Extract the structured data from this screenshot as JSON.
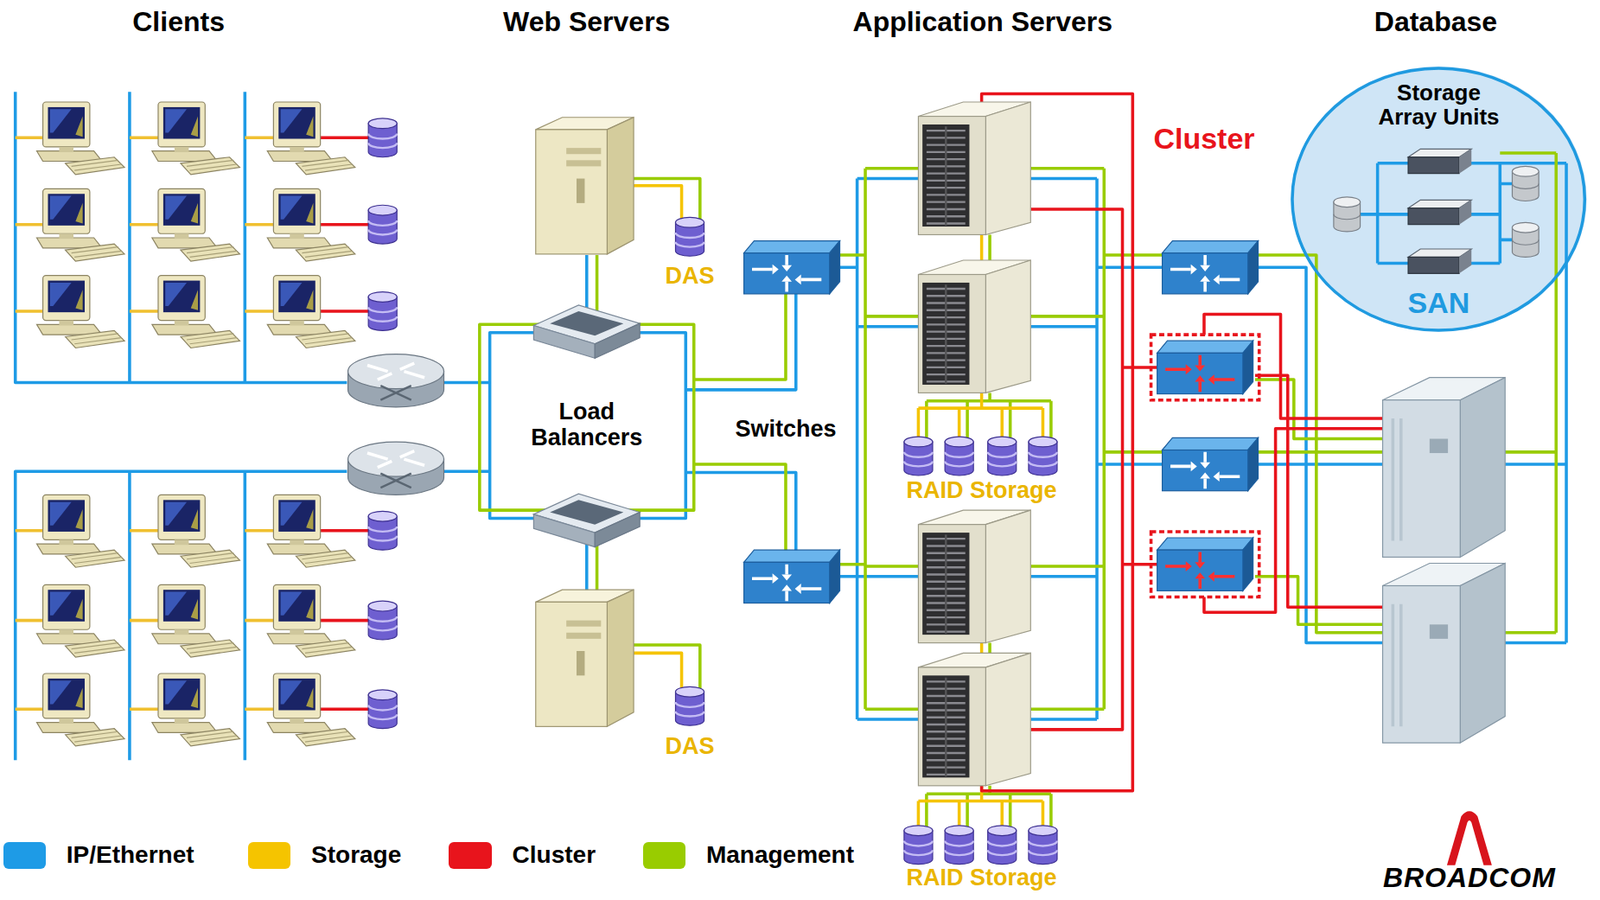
{
  "diagram": {
    "nodes": [
      {
        "text": [
          "Storage Array Units",
          "SAN"
        ]
      }
    ],
    "labels": [
      "Clients",
      "Web Servers",
      "Application Servers",
      "Database",
      "Cluster",
      "DAS",
      "Load Balancers",
      "Switches",
      "RAID Storage",
      "DAS",
      "RAID Storage",
      "BROADCOM"
    ],
    "legend": [
      {
        "text": "IP/Ethernet",
        "color": "#1e9be6"
      },
      {
        "text": "Storage",
        "color": "#f5c400"
      },
      {
        "text": "Cluster",
        "color": "#e8141c"
      },
      {
        "text": "Management",
        "color": "#99cc00"
      }
    ]
  }
}
